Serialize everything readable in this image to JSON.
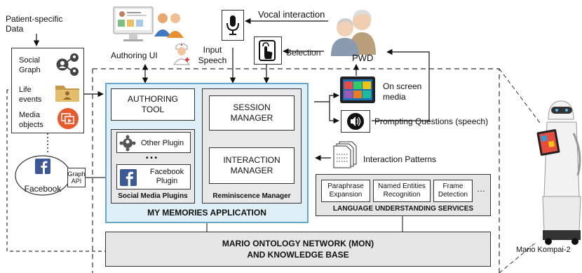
{
  "labels": {
    "patient_data": "Patient-specific\nData",
    "authoring_ui": "Authoring UI",
    "input_speech": "Input\nSpeech",
    "vocal_interaction": "Vocal interaction",
    "selection": "Selection",
    "pwd": "PWD",
    "on_screen_media": "On screen\nmedia",
    "prompting_questions": "Prompting Questions (speech)",
    "interaction_patterns": "Interaction Patterns",
    "facebook": "Facebook",
    "graph_api": "Graph\nAPI",
    "robot": "Mario Kompai-2"
  },
  "data_panel": {
    "items": [
      {
        "label": "Social\nGraph",
        "icon": "social-graph-icon"
      },
      {
        "label": "Life\nevents",
        "icon": "folder-user-icon"
      },
      {
        "label": "Media\nobjects",
        "icon": "media-icon"
      }
    ]
  },
  "app": {
    "title": "MY MEMORIES APPLICATION",
    "authoring_tool": "AUTHORING\nTOOL",
    "other_plugin": "Other Plugin",
    "ellipsis": "• • •",
    "facebook_plugin": "Facebook\nPlugin",
    "social_media_plugins": "Social Media Plugins",
    "session_manager": "SESSION\nMANAGER",
    "interaction_manager": "INTERACTION\nMANAGER",
    "reminiscence_manager": "Reminiscence Manager"
  },
  "lus": {
    "title": "LANGUAGE UNDERSTANDING SERVICES",
    "items": [
      "Paraphrase\nExpansion",
      "Named Entities\nRecognition",
      "Frame\nDetection"
    ],
    "more": "…"
  },
  "mon": {
    "title": "MARIO ONTOLOGY NETWORK (MON)\nAND KNOWLEDGE BASE"
  },
  "colors": {
    "app_bg": "#dfeff8",
    "app_border": "#66a6c8",
    "gray_bg": "#e6e6e6",
    "facebook_blue": "#3b5998"
  }
}
